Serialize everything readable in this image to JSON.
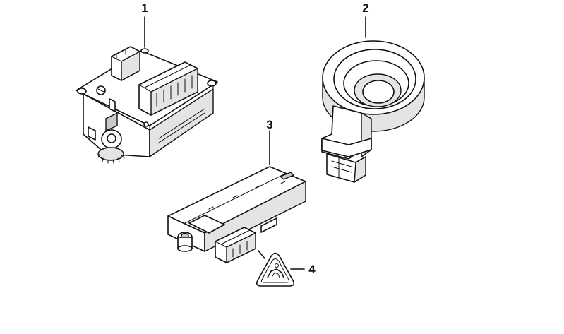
{
  "diagram": {
    "callouts": [
      {
        "label": "1",
        "part": "control-module"
      },
      {
        "label": "2",
        "part": "ignition-coil-ring"
      },
      {
        "label": "3",
        "part": "electronic-module"
      },
      {
        "label": "4",
        "part": "warning-label"
      }
    ]
  }
}
